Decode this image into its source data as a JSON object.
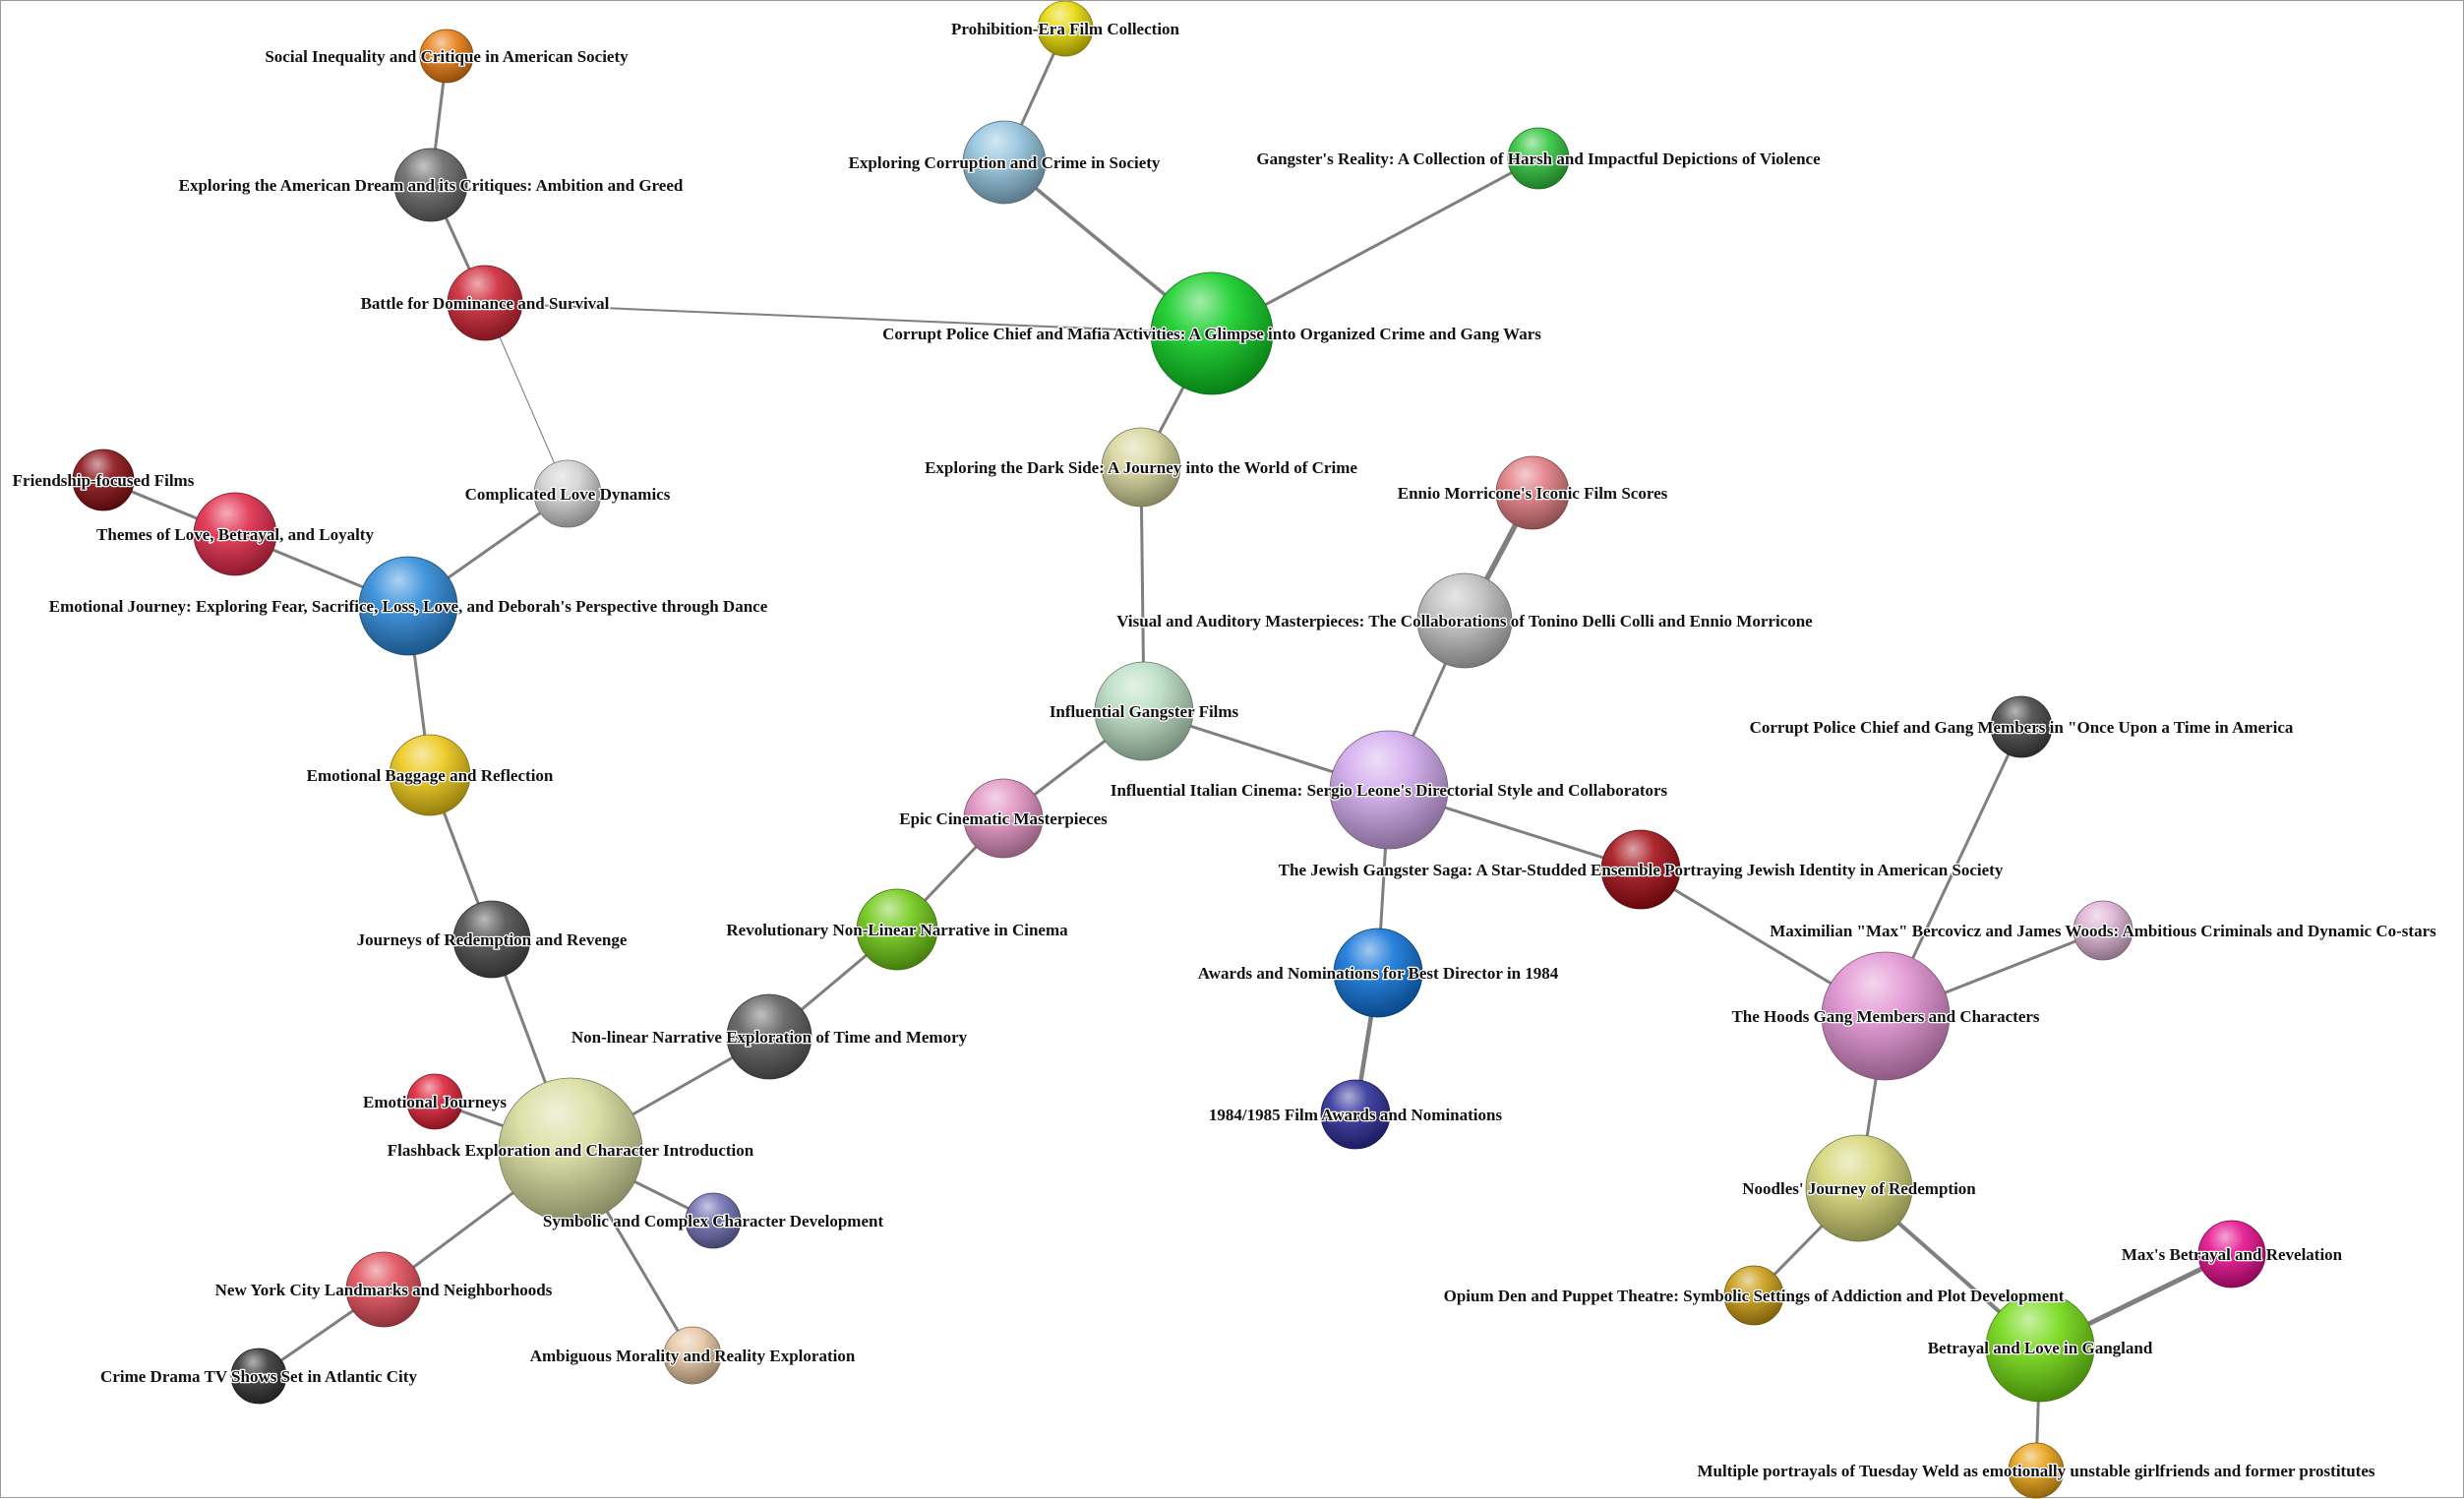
{
  "nodes": [
    {
      "id": "n1",
      "label": "Prohibition-Era Film Collection",
      "color": "#e6d800"
    },
    {
      "id": "n2",
      "label": "Social Inequality and Critique in American Society",
      "color": "#e87a10"
    },
    {
      "id": "n3",
      "label": "Exploring Corruption and Crime in Society",
      "color": "#8fc0dc"
    },
    {
      "id": "n4",
      "label": "Gangster's Reality: A Collection of Harsh and Impactful Depictions of Violence",
      "color": "#2ec43a"
    },
    {
      "id": "n5",
      "label": "Exploring the American Dream and its Critiques: Ambition and Greed",
      "color": "#666666"
    },
    {
      "id": "n6",
      "label": "Battle for Dominance and Survival",
      "color": "#cc2233"
    },
    {
      "id": "n7",
      "label": "Corrupt Police Chief and Mafia Activities: A Glimpse into Organized Crime and Gang Wars",
      "color": "#0ccc20"
    },
    {
      "id": "n8",
      "label": "Exploring the Dark Side: A Journey into the World of Crime",
      "color": "#d6d49a"
    },
    {
      "id": "n9",
      "label": "Friendship-focused Films",
      "color": "#880e14"
    },
    {
      "id": "n10",
      "label": "Complicated Love Dynamics",
      "color": "#d0d0d0"
    },
    {
      "id": "n11",
      "label": "Ennio Morricone's Iconic Film Scores",
      "color": "#e07a80"
    },
    {
      "id": "n12",
      "label": "Themes of Love, Betrayal, and Loyalty",
      "color": "#e02848"
    },
    {
      "id": "n13",
      "label": "Emotional Journey: Exploring Fear, Sacrifice, Loss, Love, and Deborah's Perspective through Dance",
      "color": "#2a88d8"
    },
    {
      "id": "n14",
      "label": "Visual and Auditory Masterpieces: The Collaborations of Tonino Delli Colli and Ennio Morricone",
      "color": "#bdbdbd"
    },
    {
      "id": "n15",
      "label": "Influential Gangster Films",
      "color": "#b8dcc0"
    },
    {
      "id": "n16",
      "label": "Corrupt Police Chief and Gang Members in \"Once Upon a Time in America",
      "color": "#444444"
    },
    {
      "id": "n17",
      "label": "Emotional Baggage and Reflection",
      "color": "#ecc614"
    },
    {
      "id": "n18",
      "label": "Influential Italian Cinema: Sergio Leone's Directorial Style and Collaborators",
      "color": "#d0a8ec"
    },
    {
      "id": "n19",
      "label": "Epic Cinematic Masterpieces",
      "color": "#e090c0"
    },
    {
      "id": "n20",
      "label": "The Jewish Gangster Saga: A Star-Studded Ensemble Portraying Jewish Identity in American Society",
      "color": "#a20c14"
    },
    {
      "id": "n21",
      "label": "Maximilian \"Max\" Bercovicz and James Woods: Ambitious Criminals and Dynamic Co-stars",
      "color": "#dcb0d4"
    },
    {
      "id": "n22",
      "label": "Revolutionary Non-Linear Narrative in Cinema",
      "color": "#6ec814"
    },
    {
      "id": "n23",
      "label": "Journeys of Redemption and Revenge",
      "color": "#4a4a4a"
    },
    {
      "id": "n24",
      "label": "Awards and Nominations for Best Director in 1984",
      "color": "#0e72d8"
    },
    {
      "id": "n25",
      "label": "The Hoods Gang Members and Characters",
      "color": "#e090d0"
    },
    {
      "id": "n26",
      "label": "Non-linear Narrative Exploration of Time and Memory",
      "color": "#5a5a5a"
    },
    {
      "id": "n27",
      "label": "Emotional Journeys",
      "color": "#dc2036"
    },
    {
      "id": "n28",
      "label": "1984/1985 Film Awards and Nominations",
      "color": "#2c2c98"
    },
    {
      "id": "n29",
      "label": "Flashback Exploration and Character Introduction",
      "color": "#d6dc9c"
    },
    {
      "id": "n30",
      "label": "Noodles' Journey of Redemption",
      "color": "#d4d474"
    },
    {
      "id": "n31",
      "label": "Symbolic and Complex Character Development",
      "color": "#6c6cb0"
    },
    {
      "id": "n32",
      "label": "Max's Betrayal and Revelation",
      "color": "#e40c8c"
    },
    {
      "id": "n33",
      "label": "New York City Landmarks and Neighborhoods",
      "color": "#e04c58"
    },
    {
      "id": "n34",
      "label": "Opium Den and Puppet Theatre: Symbolic Settings of Addiction and Plot Development",
      "color": "#c89a10"
    },
    {
      "id": "n35",
      "label": "Betrayal and Love in Gangland",
      "color": "#70d810"
    },
    {
      "id": "n36",
      "label": "Ambiguous Morality and Reality Exploration",
      "color": "#e4c4a0"
    },
    {
      "id": "n37",
      "label": "Crime Drama TV Shows Set in Atlantic City",
      "color": "#333333"
    },
    {
      "id": "n38",
      "label": "Multiple portrayals of Tuesday Weld as emotionally unstable girlfriends and former prostitutes",
      "color": "#e8a014"
    }
  ],
  "edges": [
    {
      "from": "n1",
      "to": "n3"
    },
    {
      "from": "n3",
      "to": "n7"
    },
    {
      "from": "n4",
      "to": "n7"
    },
    {
      "from": "n6",
      "to": "n7"
    },
    {
      "from": "n7",
      "to": "n8"
    },
    {
      "from": "n2",
      "to": "n5"
    },
    {
      "from": "n5",
      "to": "n6"
    },
    {
      "from": "n6",
      "to": "n10"
    },
    {
      "from": "n10",
      "to": "n13"
    },
    {
      "from": "n9",
      "to": "n12"
    },
    {
      "from": "n12",
      "to": "n13"
    },
    {
      "from": "n13",
      "to": "n17"
    },
    {
      "from": "n17",
      "to": "n23"
    },
    {
      "from": "n23",
      "to": "n29"
    },
    {
      "from": "n8",
      "to": "n15"
    },
    {
      "from": "n15",
      "to": "n18"
    },
    {
      "from": "n15",
      "to": "n19"
    },
    {
      "from": "n19",
      "to": "n22"
    },
    {
      "from": "n22",
      "to": "n26"
    },
    {
      "from": "n26",
      "to": "n29"
    },
    {
      "from": "n27",
      "to": "n29"
    },
    {
      "from": "n29",
      "to": "n31"
    },
    {
      "from": "n29",
      "to": "n33"
    },
    {
      "from": "n29",
      "to": "n36"
    },
    {
      "from": "n33",
      "to": "n37"
    },
    {
      "from": "n11",
      "to": "n14"
    },
    {
      "from": "n14",
      "to": "n18"
    },
    {
      "from": "n18",
      "to": "n24"
    },
    {
      "from": "n24",
      "to": "n28"
    },
    {
      "from": "n18",
      "to": "n20"
    },
    {
      "from": "n20",
      "to": "n25"
    },
    {
      "from": "n16",
      "to": "n25"
    },
    {
      "from": "n21",
      "to": "n25"
    },
    {
      "from": "n25",
      "to": "n30"
    },
    {
      "from": "n30",
      "to": "n34"
    },
    {
      "from": "n30",
      "to": "n35"
    },
    {
      "from": "n32",
      "to": "n35"
    },
    {
      "from": "n35",
      "to": "n38"
    }
  ]
}
